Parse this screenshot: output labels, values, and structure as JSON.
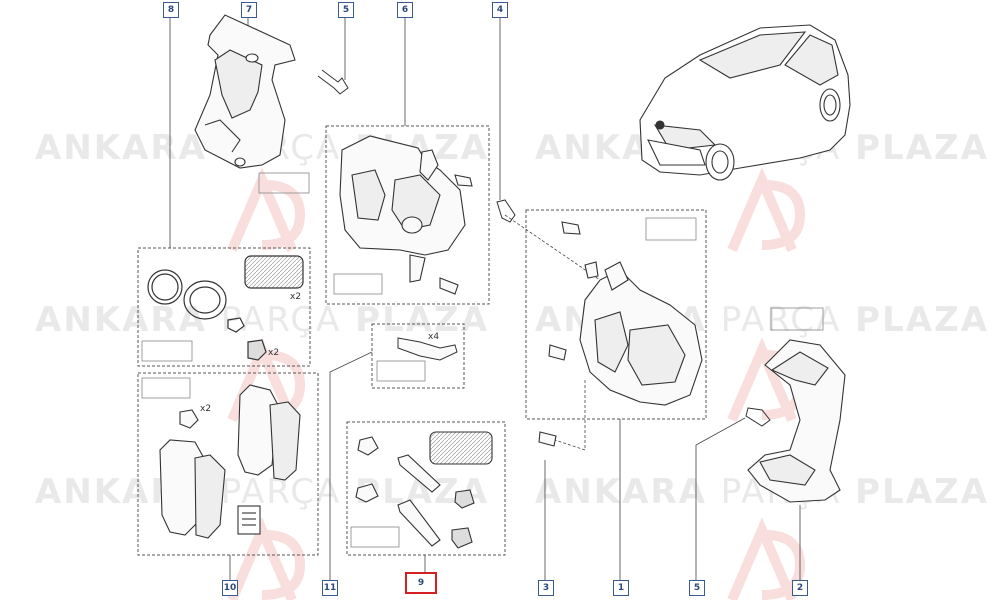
{
  "callouts": [
    {
      "label": "8",
      "active": false
    },
    {
      "label": "7",
      "active": false
    },
    {
      "label": "5",
      "active": false
    },
    {
      "label": "6",
      "active": false
    },
    {
      "label": "4",
      "active": false
    },
    {
      "label": "10",
      "active": false
    },
    {
      "label": "11",
      "active": false
    },
    {
      "label": "9",
      "active": true
    },
    {
      "label": "3",
      "active": false
    },
    {
      "label": "1",
      "active": false
    },
    {
      "label": "5",
      "active": false
    },
    {
      "label": "2",
      "active": false
    }
  ],
  "quantities": {
    "seal_kit": "x2",
    "bushing": "x2",
    "bolt": "x2",
    "spring": "x4"
  },
  "watermark": {
    "word1": "ANKARA",
    "word2": "PARÇA",
    "word3": "PLAZA"
  },
  "colors": {
    "accent": "#d42020",
    "callout_border": "#3a5a8c"
  }
}
